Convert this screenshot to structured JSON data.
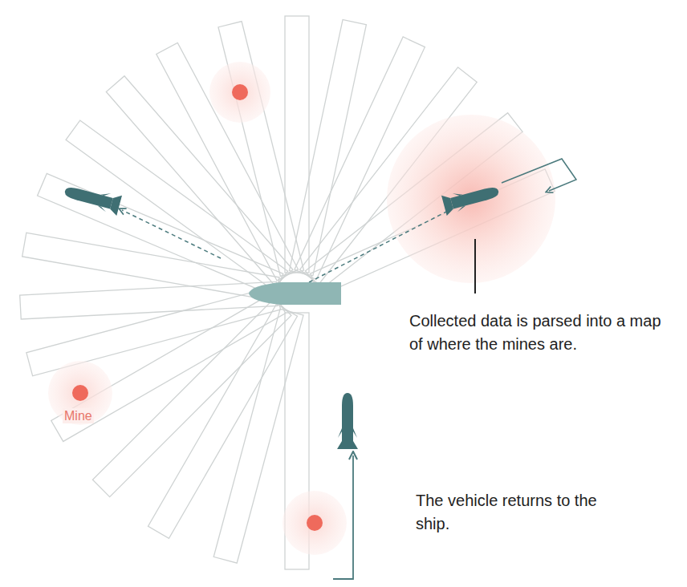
{
  "diagram": {
    "labels": [
      "Collected data is parsed into a map of where the mines are.",
      "The vehicle returns to the ship.",
      "Mine"
    ]
  }
}
